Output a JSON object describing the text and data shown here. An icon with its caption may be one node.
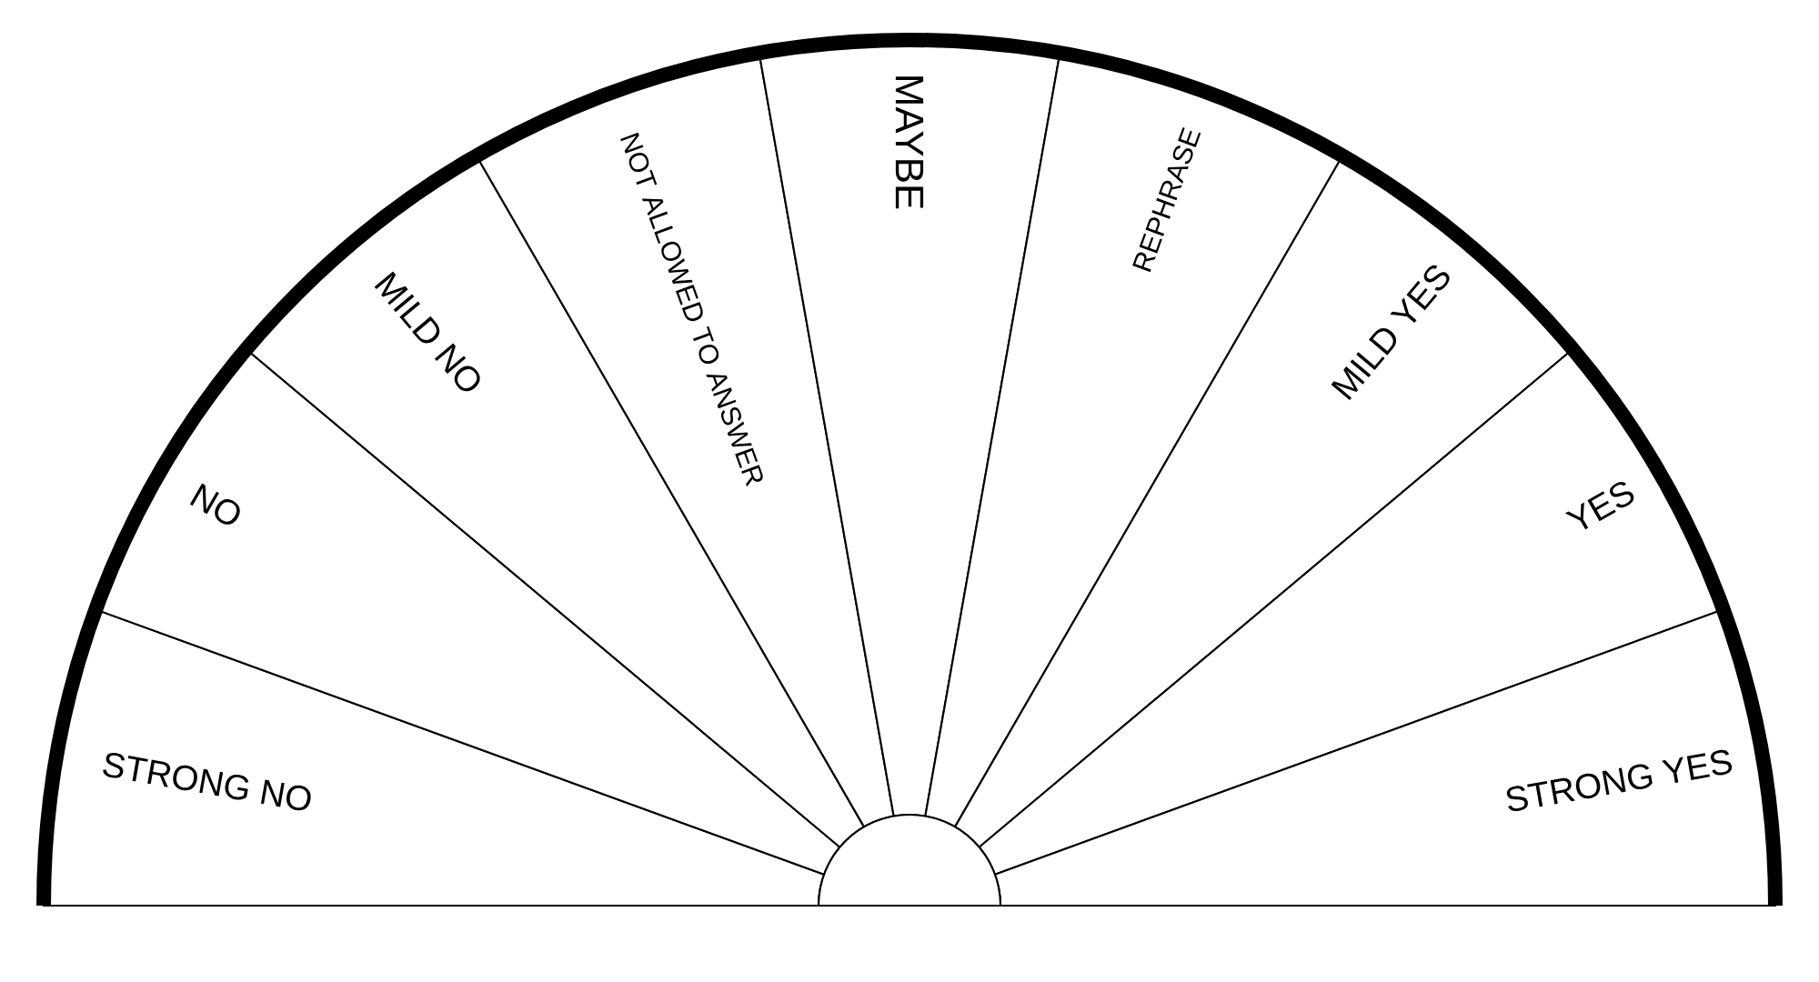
{
  "diagram": {
    "nodes": [
      {
        "text": [
          "STRONG NO"
        ]
      },
      {
        "text": [
          "NO"
        ]
      },
      {
        "text": [
          "MILD NO"
        ]
      },
      {
        "text": [
          "NOT ALLOWED TO ANSWER"
        ]
      },
      {
        "text": [
          "MAYBE"
        ]
      },
      {
        "text": [
          "REPHRASE"
        ]
      },
      {
        "text": [
          "MILD YES"
        ]
      },
      {
        "text": [
          "YES"
        ]
      },
      {
        "text": [
          "STRONG YES"
        ]
      },
      {
        "text": [],
        "shape": "semicircle"
      }
    ]
  }
}
